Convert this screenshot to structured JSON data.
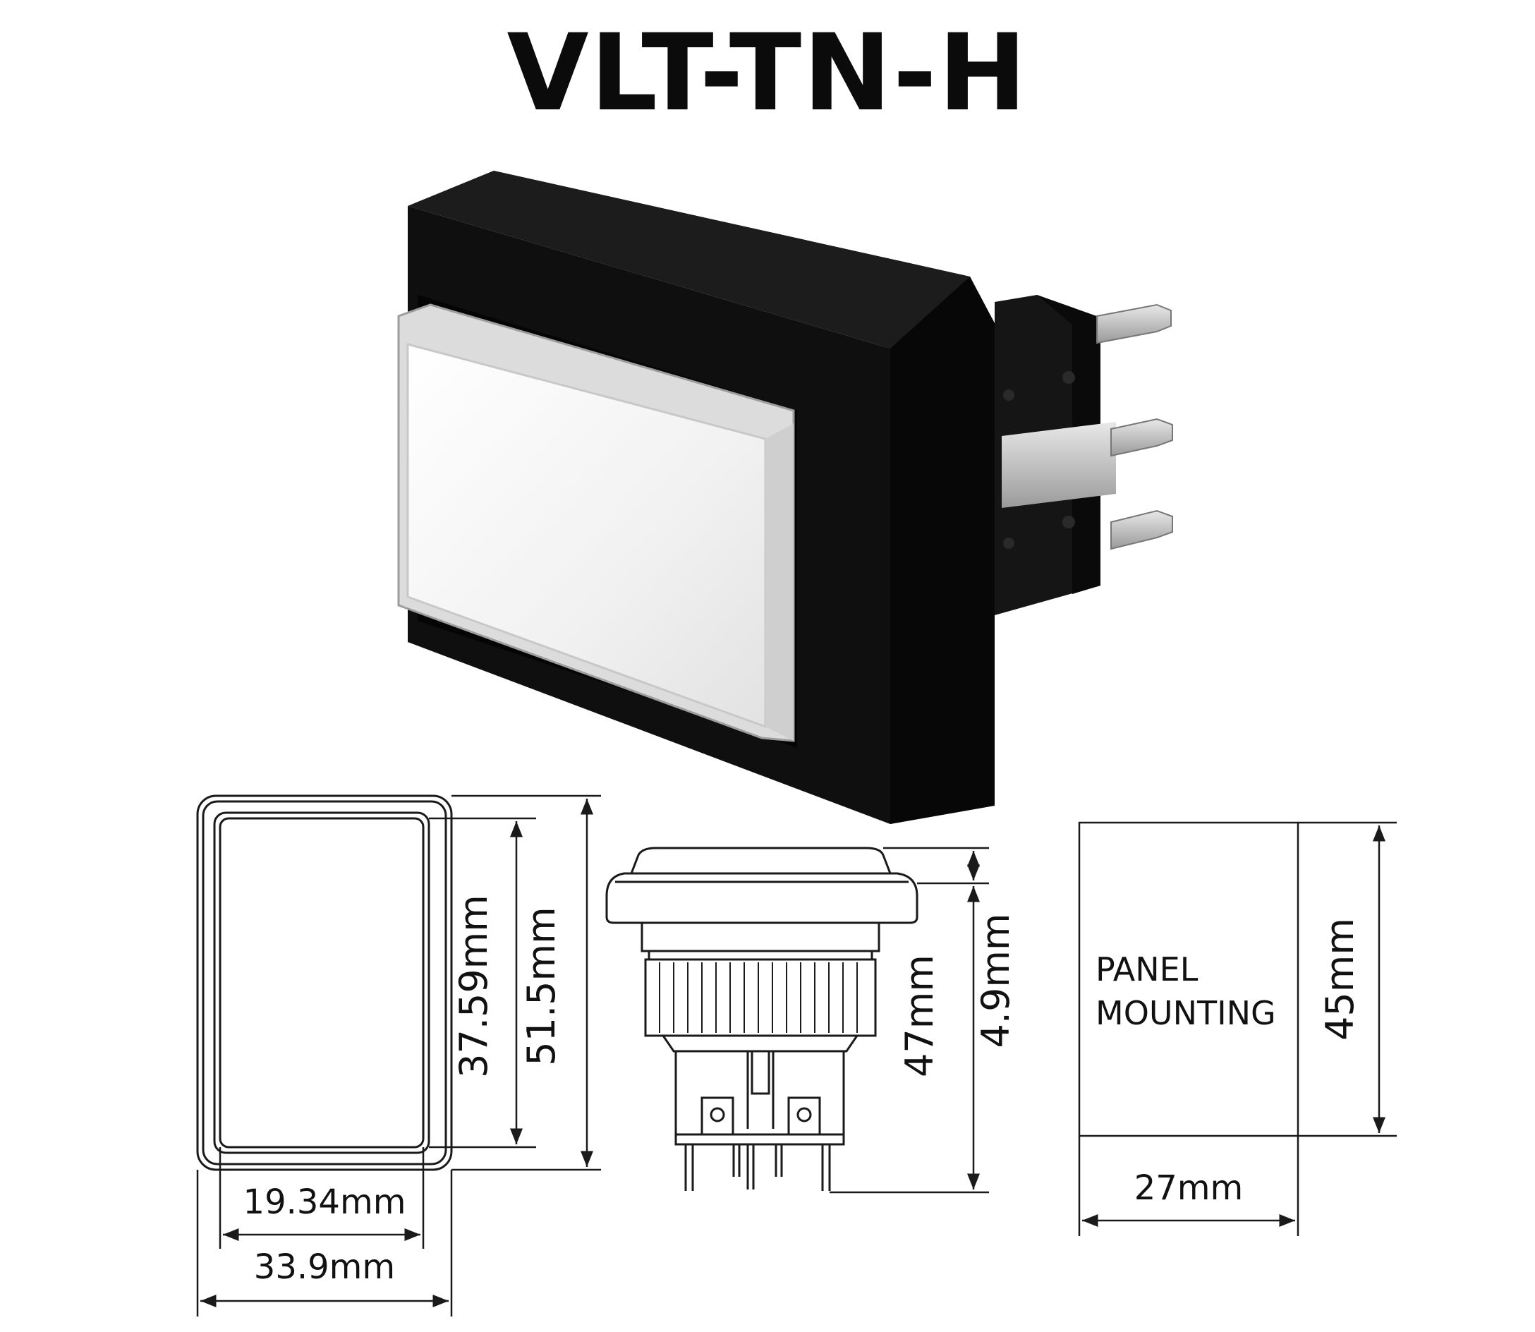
{
  "title": "VLT-TN-H",
  "colors": {
    "housing": "#0c0c0c",
    "lens": "#f4f4f4",
    "line": "#1a1a1a",
    "terminal": "#cfcfcf"
  },
  "dimensions": {
    "front_inner_height": "37.59mm",
    "front_outer_height": "51.5mm",
    "front_inner_width": "19.34mm",
    "front_outer_width": "33.9mm",
    "side_total_height": "47mm",
    "side_bezel_height": "4.9mm",
    "panel_height": "45mm",
    "panel_width": "27mm"
  },
  "panel": {
    "line1": "PANEL",
    "line2": "MOUNTING"
  }
}
